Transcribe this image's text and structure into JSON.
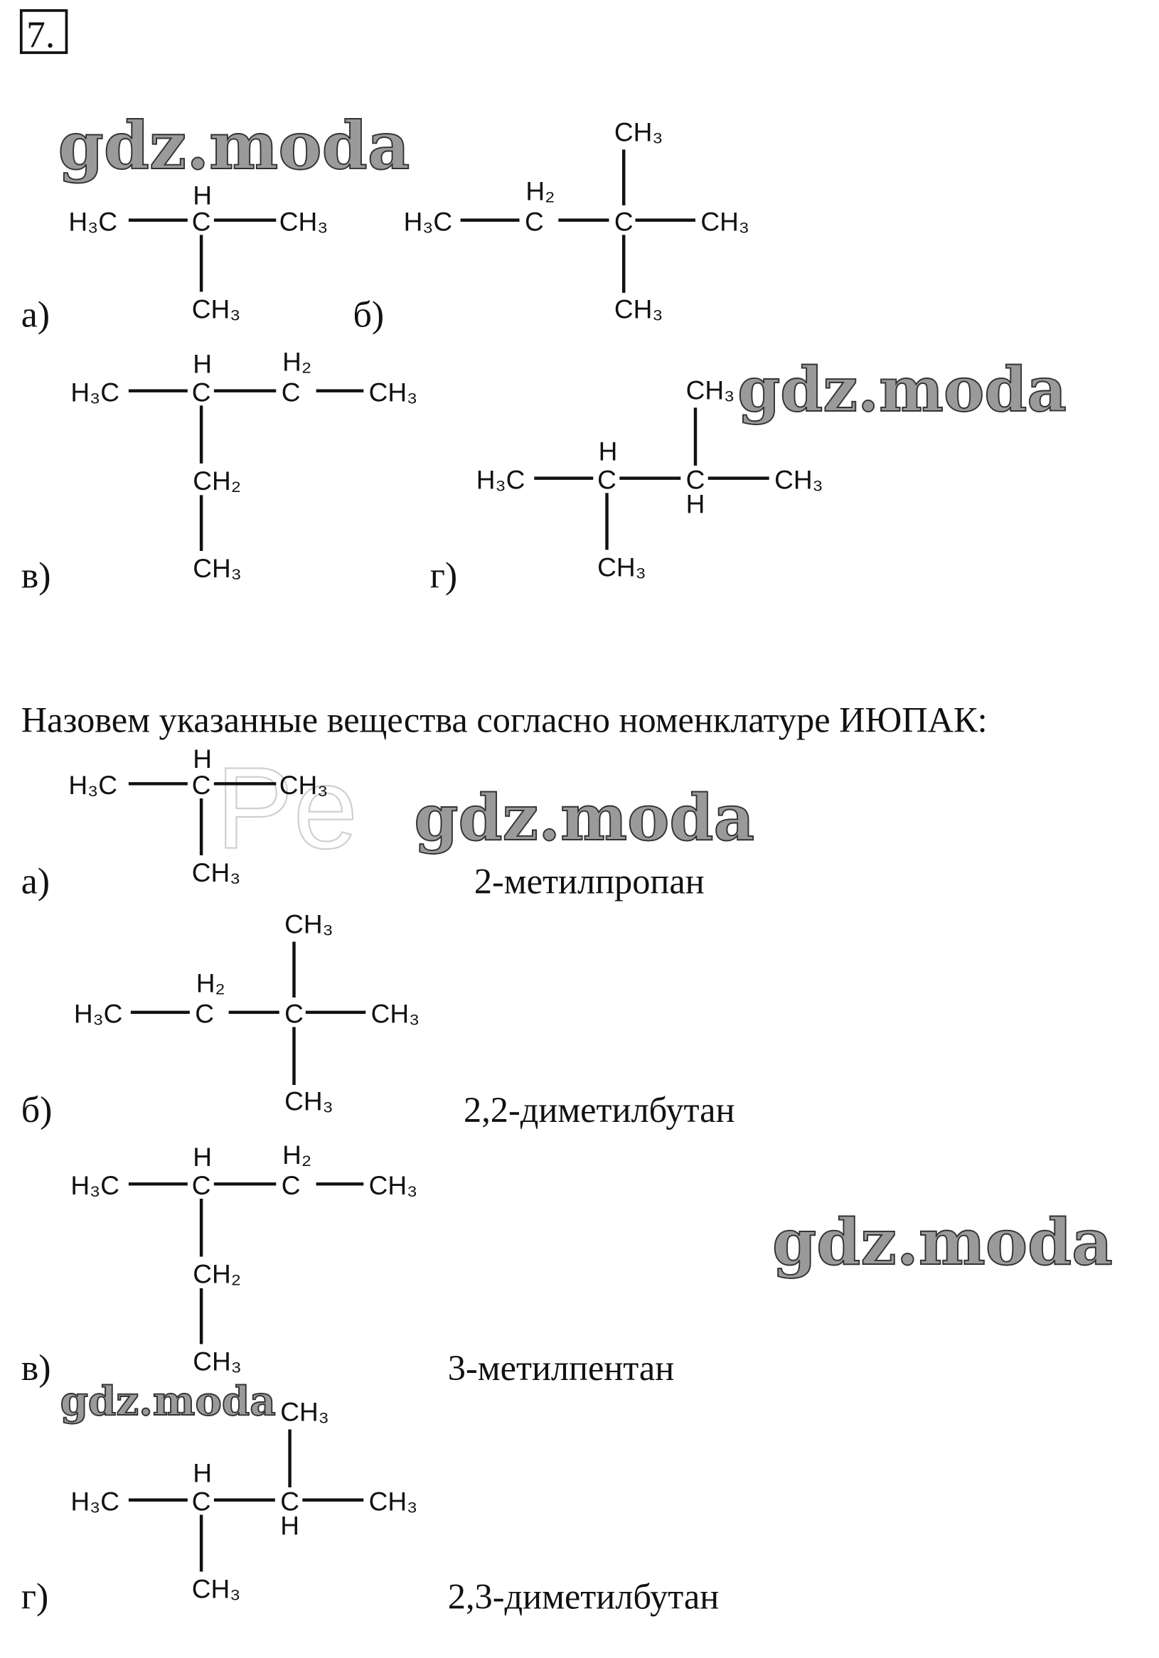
{
  "problem_number": "7.",
  "atoms": {
    "h3c": "H₃C",
    "c": "C",
    "ch3": "CH₃",
    "ch2": "CH₂",
    "h": "H",
    "h2": "H₂"
  },
  "labels": [
    "а)",
    "б)",
    "в)",
    "г)"
  ],
  "heading": "Назовем указанные вещества согласно номенклатуре ИЮПАК:",
  "names": [
    "2-метилпропан",
    "2,2-диметилбутан",
    "3-метилпентан",
    "2,3-диметилбутан"
  ],
  "watermark": "gdz.moda",
  "watermark_faint": "Pe"
}
